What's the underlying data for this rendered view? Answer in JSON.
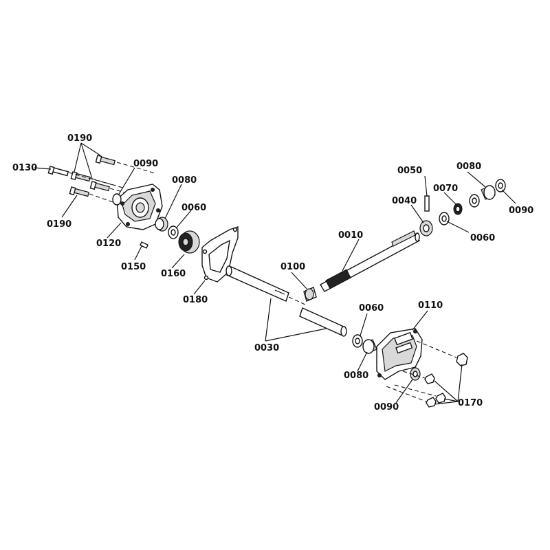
{
  "labels": {
    "p0190_top": "0190",
    "p0130": "0130",
    "p0090_left": "0090",
    "p0080_left": "0080",
    "p0060_left": "0060",
    "p0190_bot": "0190",
    "p0120": "0120",
    "p0150": "0150",
    "p0160": "0160",
    "p0180": "0180",
    "p0100": "0100",
    "p0010": "0010",
    "p0030": "0030",
    "p0050": "0050",
    "p0040": "0040",
    "p0070": "0070",
    "p0080_right": "0080",
    "p0090_right": "0090",
    "p0060_right": "0060",
    "p0060_mid": "0060",
    "p0110": "0110",
    "p0080_bot": "0080",
    "p0090_bot": "0090",
    "p0170": "0170"
  }
}
